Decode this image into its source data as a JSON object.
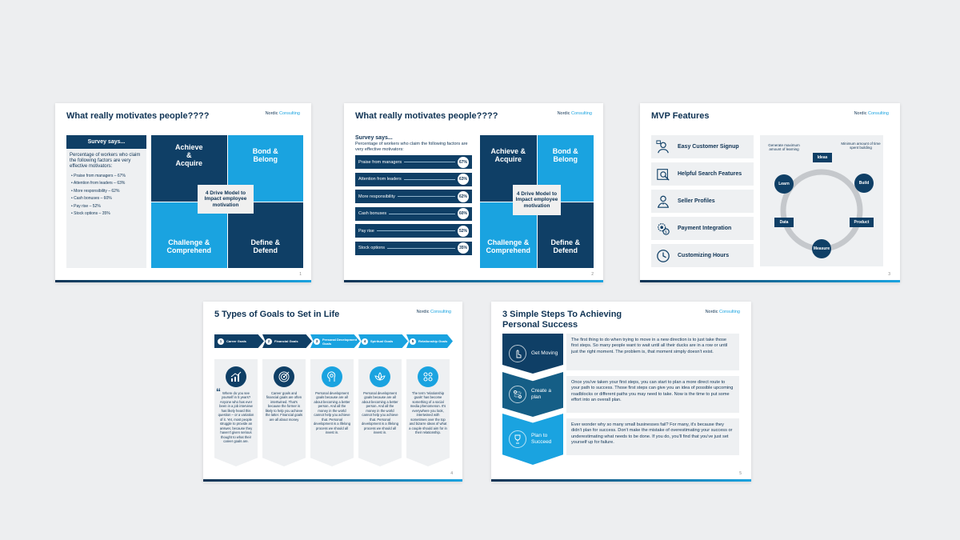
{
  "brand": {
    "part1": "Nordic",
    "part2": "Consulting"
  },
  "slide1": {
    "title": "What really motivates people????",
    "survey_heading": "Survey says...",
    "intro": "Percentage of workers who claim the following factors are very effective motivators:",
    "items": [
      "Praise from managers – 67%",
      "Attention from leaders – 63%",
      "More responsibility – 62%",
      "Cash bonuses – 60%",
      "Pay rise – 52%",
      "Stock options – 35%"
    ],
    "grid": {
      "tl": "Achieve & Acquire",
      "tr": "Bond & Belong",
      "bl": "Challenge & Comprehend",
      "br": "Define & Defend",
      "center": "4 Drive Model to Impact employee motivation"
    },
    "page": "1"
  },
  "slide2": {
    "title": "What really motivates people????",
    "survey_heading": "Survey says...",
    "intro": "Percentage of workers who claim the following factors are very effective motivators:",
    "bars": [
      {
        "label": "Praise from managers",
        "value": "67%"
      },
      {
        "label": "Attention from leaders",
        "value": "63%"
      },
      {
        "label": "More responsibility",
        "value": "62%"
      },
      {
        "label": "Cash bonuses",
        "value": "60%"
      },
      {
        "label": "Pay rise",
        "value": "52%"
      },
      {
        "label": "Stock options",
        "value": "35%"
      }
    ],
    "grid": {
      "tl": "Achieve & Acquire",
      "tr": "Bond & Belong",
      "bl": "Challenge & Comprehend",
      "br": "Define & Defend",
      "center": "4 Drive Model to Impact employee motivation"
    },
    "page": "2"
  },
  "slide3": {
    "title": "MVP Features",
    "features": [
      {
        "label": "Easy Customer Signup",
        "icon": "user-signup-icon"
      },
      {
        "label": "Helpful Search Features",
        "icon": "search-settings-icon"
      },
      {
        "label": "Seller Profiles",
        "icon": "seller-profile-icon"
      },
      {
        "label": "Payment Integration",
        "icon": "payment-gear-icon"
      },
      {
        "label": "Customizing Hours",
        "icon": "clock-icon"
      }
    ],
    "note_left": "Generate maximum amount of learning",
    "note_right": "Minimum amount of time spent building",
    "nodes": {
      "ideas": "Ideas",
      "build": "Build",
      "product": "Product",
      "measure": "Measure",
      "data": "Data",
      "learn": "Learn"
    },
    "page": "3"
  },
  "slide4": {
    "title": "5 Types of Goals to Set in Life",
    "goals": [
      {
        "num": "1",
        "label": "Career Goals",
        "icon": "growth-chart-icon",
        "text": "Where do you see yourself in 5 years? Anyone who has ever been in a job interview has likely heard this question – or a variation of it. Yet, most people struggle to provide an answer, because they haven't given serious thought to what their career goals are."
      },
      {
        "num": "2",
        "label": "Financial Goals",
        "icon": "target-icon",
        "text": "Career goals and financial goals are often intertwined. That's because the former is likely to help you achieve the latter. Financial goals are all about money"
      },
      {
        "num": "3",
        "label": "Personal Development Goals",
        "icon": "mind-gear-icon",
        "text": "Personal development goals because are all about becoming a better person. And all the money in the world cannot help you achieve that. Personal development is a lifelong process we should all invest in."
      },
      {
        "num": "4",
        "label": "Spiritual Goals",
        "icon": "lotus-icon",
        "text": "Personal development goals because are all about becoming a better person. And all the money in the world cannot help you achieve that. Personal development is a lifelong process we should all invest in."
      },
      {
        "num": "5",
        "label": "Relationship Goals",
        "icon": "people-network-icon",
        "text": "The term 'relationship goals' has become something of a social media phenomenon. It's everywhere you look, intertwined with sometimes over the top and bizarre ideas of what a couple should aim for in their relationship."
      }
    ],
    "page": "4"
  },
  "slide5": {
    "title": "3 Simple Steps To Achieving Personal Success",
    "steps": [
      {
        "label": "Get Moving",
        "icon": "hand-pointer-icon",
        "text": "The first thing to do when trying to move in a new direction is to just take those first steps. So many people want to wait until all their ducks are in a row or until just the right moment. The problem is, that moment simply doesn't exist."
      },
      {
        "label": "Create a plan",
        "icon": "route-plan-icon",
        "text": "Once you've taken your first steps, you can start to plan a more direct route to your path to success. Those first steps can give you an idea of possible upcoming roadblocks or different paths you may need to take. Now is the time to put some effort into an overall plan."
      },
      {
        "label": "Plan to Succeed",
        "icon": "trophy-icon",
        "text": "Ever wonder why so many small businesses fail? For many, it's because they didn't plan for success. Don't make the mistake of overestimating your success or underestimating what needs to be done. If you do, you'll find that you've just set yourself up for failure."
      }
    ],
    "page": "5"
  }
}
